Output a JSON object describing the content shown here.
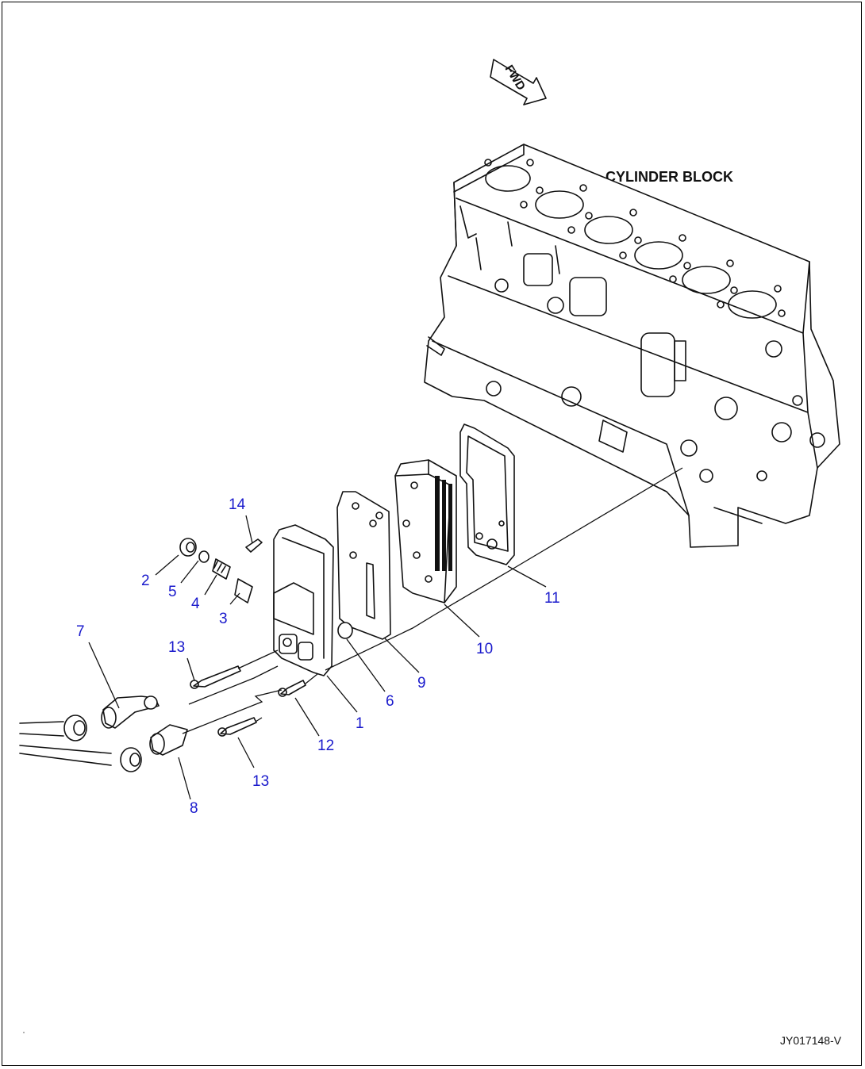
{
  "diagram": {
    "label_cylinder_block": "CYLINDER BLOCK",
    "fwd_arrow_text": "FWD",
    "drawing_code": "JY017148-V",
    "ink_color": "#111111",
    "callout_color": "#1a1acc",
    "callouts": [
      {
        "id": "1",
        "text": "1"
      },
      {
        "id": "2",
        "text": "2"
      },
      {
        "id": "3",
        "text": "3"
      },
      {
        "id": "4",
        "text": "4"
      },
      {
        "id": "5",
        "text": "5"
      },
      {
        "id": "6",
        "text": "6"
      },
      {
        "id": "7",
        "text": "7"
      },
      {
        "id": "8",
        "text": "8"
      },
      {
        "id": "9",
        "text": "9"
      },
      {
        "id": "10",
        "text": "10"
      },
      {
        "id": "11",
        "text": "11"
      },
      {
        "id": "12",
        "text": "12"
      },
      {
        "id": "13a",
        "text": "13"
      },
      {
        "id": "13b",
        "text": "13"
      },
      {
        "id": "14",
        "text": "14"
      }
    ]
  }
}
